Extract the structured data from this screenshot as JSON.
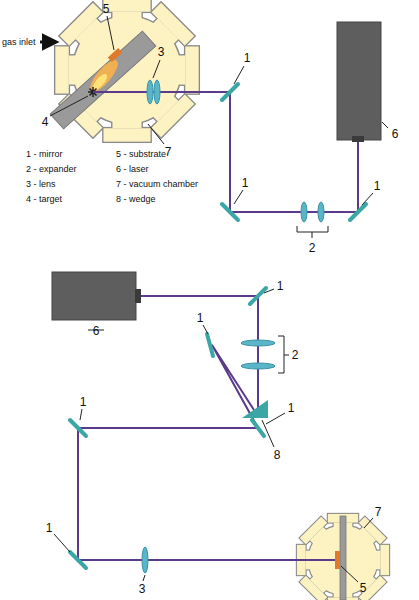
{
  "diagram": {
    "labels": [
      "5",
      "gas inlet",
      "3",
      "1",
      "6",
      "4",
      "7",
      "1",
      "1",
      "2",
      "1 - mirror",
      "2 - expander",
      "3 - lens",
      "4 - target",
      "5 - substrate",
      "6 - laser",
      "7 - vacuum chamber",
      "8 - wedge",
      "1",
      "6",
      "1",
      "2",
      "8",
      "1",
      "1",
      "1",
      "3",
      "5",
      "7"
    ]
  }
}
